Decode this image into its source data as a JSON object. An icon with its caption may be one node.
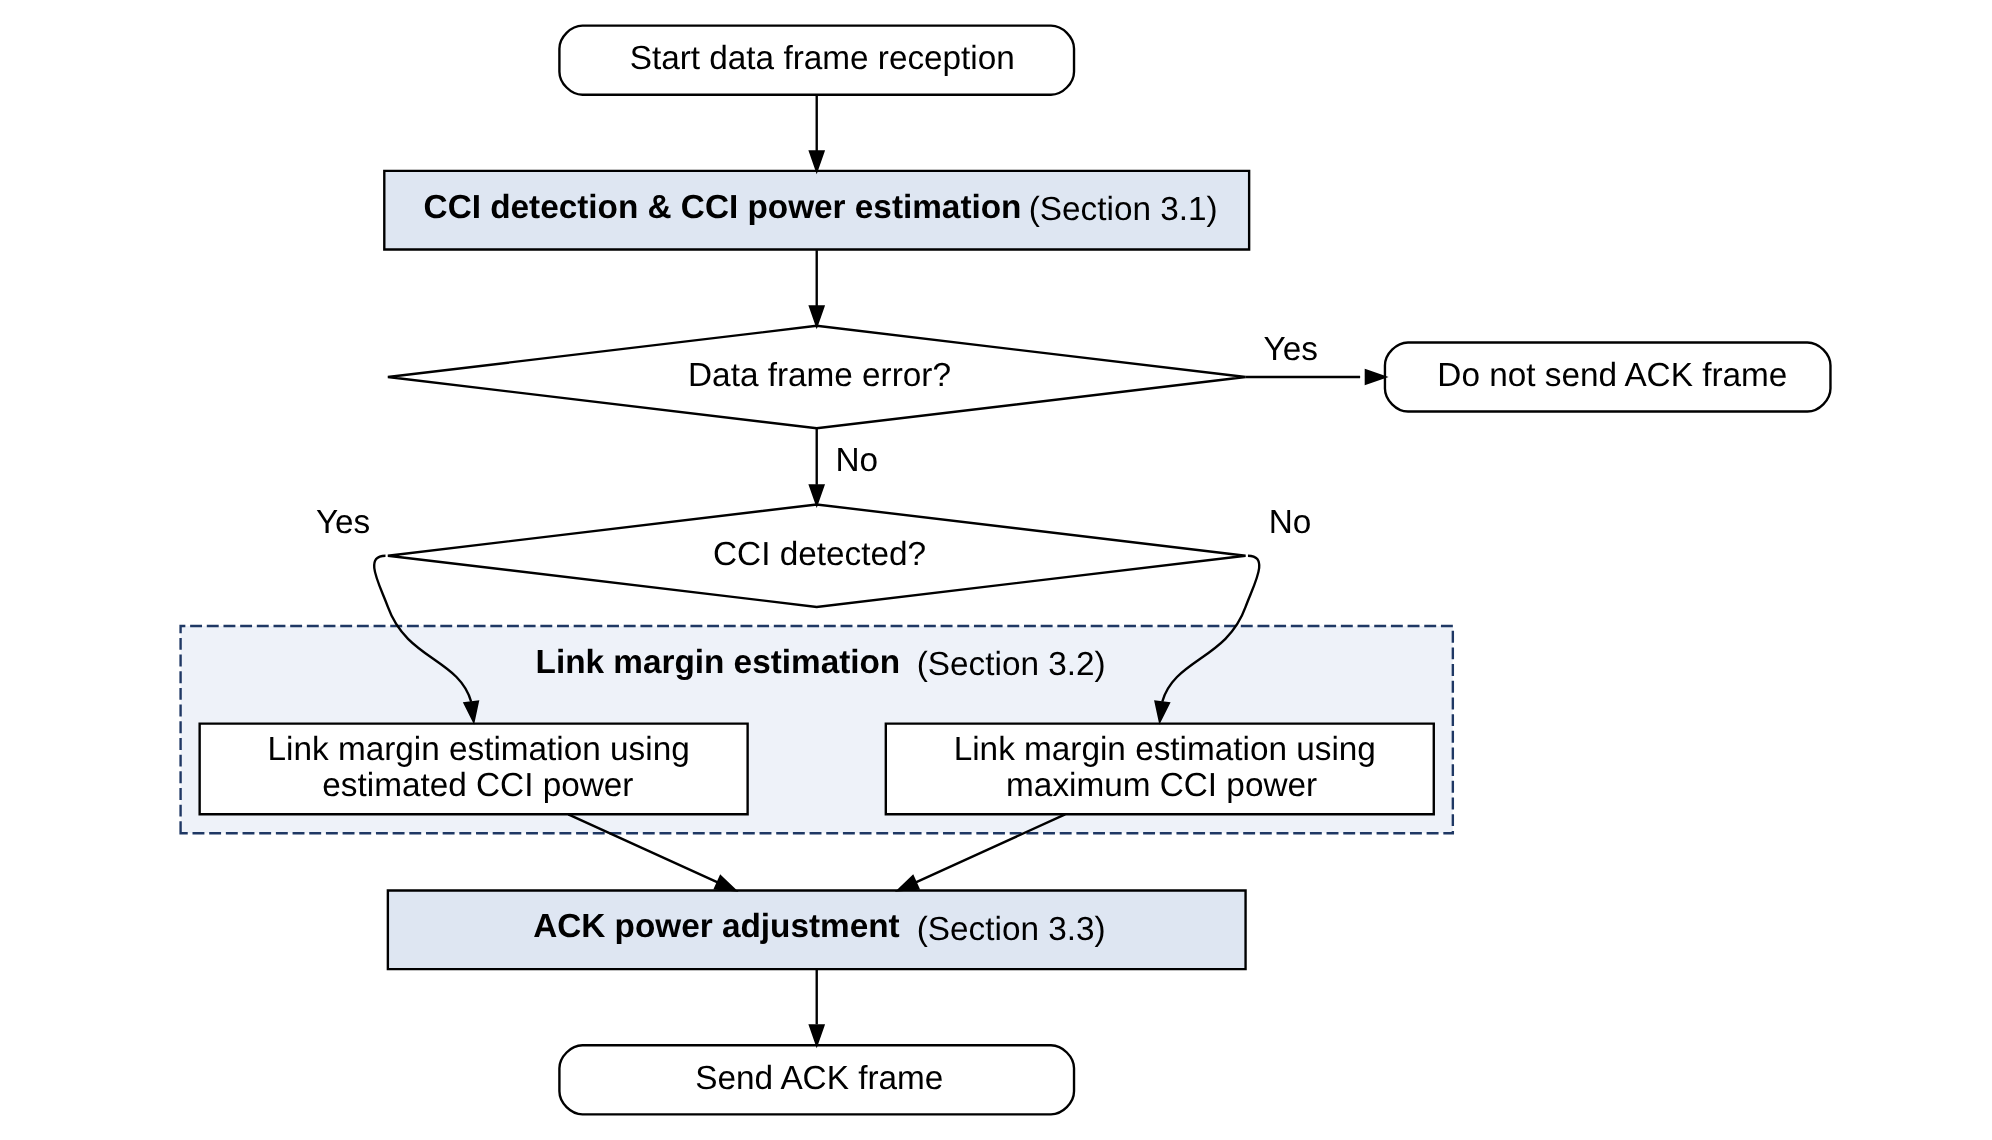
{
  "diagram": {
    "nodes": [
      {
        "text": [
          "Start data frame reception"
        ]
      },
      {
        "text": [
          "**CCI detection & CCI power estimation** (Section 3.1)"
        ]
      },
      {
        "text": [
          "Data frame error?"
        ]
      },
      {
        "text": [
          "Do not send ACK frame"
        ]
      },
      {
        "text": [
          "CCI detected?"
        ]
      },
      {
        "text": [
          "**Link margin estimation** (Section 3.2)"
        ]
      },
      {
        "text": [
          "Link margin estimation using estimated CCI power"
        ],
        "in": 5
      },
      {
        "text": [
          "Link margin estimation using maximum CCI power"
        ],
        "in": 5
      },
      {
        "text": [
          "**ACK power adjustment** (Section 3.3)"
        ]
      },
      {
        "text": [
          "Send ACK frame"
        ]
      }
    ],
    "edges": [
      {
        "from": 0,
        "to": 1,
        "arrow": "to"
      },
      {
        "from": 1,
        "to": 2,
        "arrow": "to"
      },
      {
        "from": 2,
        "to": 3,
        "arrow": "to",
        "label": "Yes"
      },
      {
        "from": 2,
        "to": 4,
        "arrow": "to",
        "label": "No"
      },
      {
        "from": 4,
        "to": 6,
        "arrow": "to",
        "label": "Yes"
      },
      {
        "from": 4,
        "to": 7,
        "arrow": "to",
        "label": "No"
      },
      {
        "from": 6,
        "to": 8,
        "arrow": "to"
      },
      {
        "from": 7,
        "to": 8,
        "arrow": "to"
      },
      {
        "from": 8,
        "to": 9,
        "arrow": "to"
      }
    ]
  }
}
